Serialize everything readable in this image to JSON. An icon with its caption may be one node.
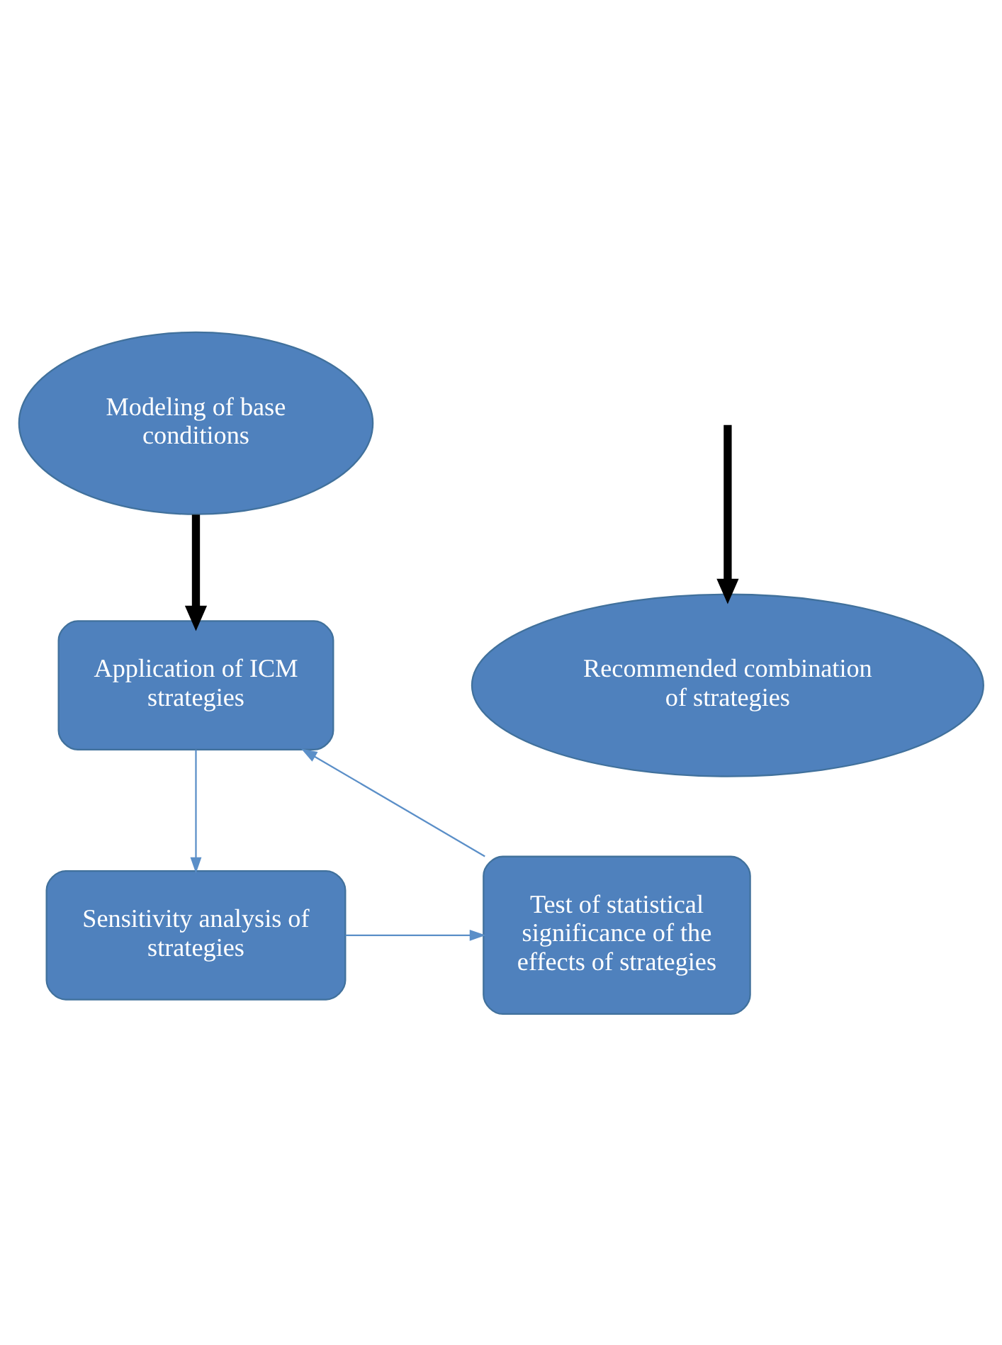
{
  "diagram": {
    "nodes": [
      {
        "text": [
          "Modeling of base conditions"
        ]
      },
      {
        "text": [
          "Application of ICM strategies"
        ]
      },
      {
        "text": [
          "Sensitivity analysis of strategies"
        ]
      },
      {
        "text": [
          "Test of statistical significance of the effects of strategies"
        ]
      },
      {
        "text": [
          "Recommended combination of strategies"
        ]
      }
    ],
    "edges": [
      {
        "from": 0,
        "to": 1,
        "arrow": "to",
        "style": "thick",
        "color": "#000000"
      },
      {
        "from": 1,
        "to": 2,
        "arrow": "to"
      },
      {
        "from": 2,
        "to": 3,
        "arrow": "to"
      },
      {
        "from": 3,
        "to": 1,
        "arrow": "to"
      },
      {
        "from": null,
        "to": 4,
        "arrow": "to",
        "style": "thick",
        "color": "#000000"
      }
    ]
  }
}
